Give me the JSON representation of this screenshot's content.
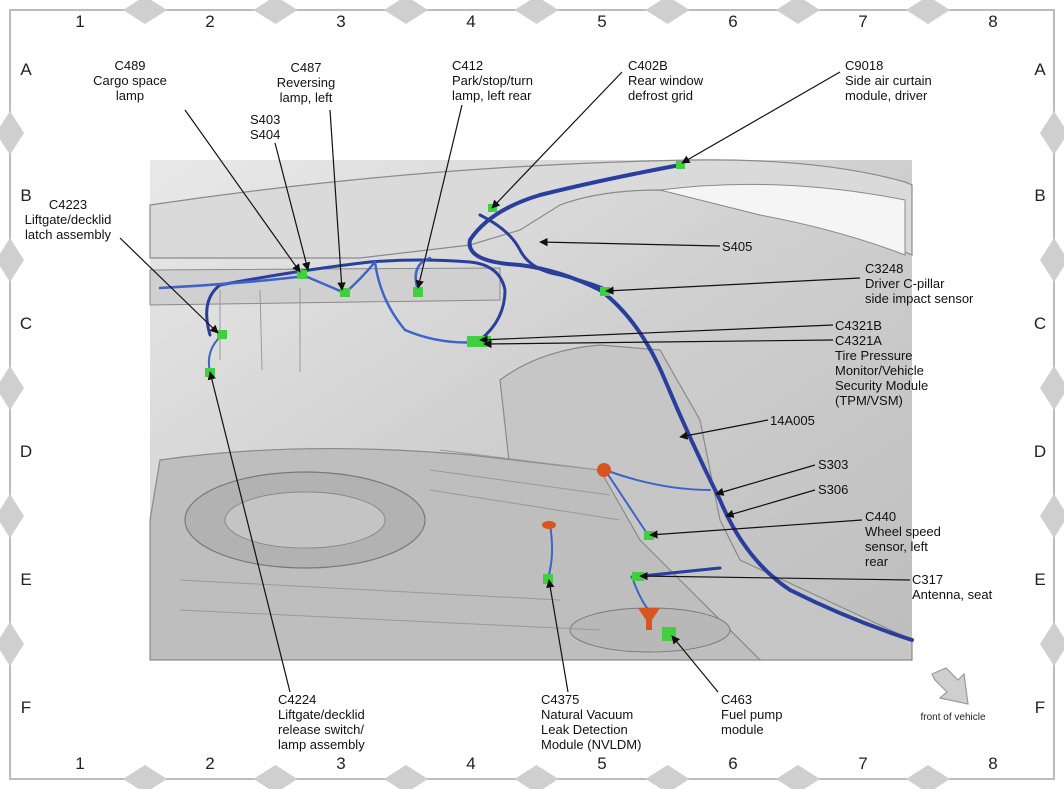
{
  "grid": {
    "columns": [
      "1",
      "2",
      "3",
      "4",
      "5",
      "6",
      "7",
      "8"
    ],
    "rows": [
      "A",
      "B",
      "C",
      "D",
      "E",
      "F"
    ]
  },
  "callouts": [
    {
      "id": "c489",
      "lines": [
        "C489",
        "Cargo space",
        "lamp"
      ]
    },
    {
      "id": "c487",
      "lines": [
        "C487",
        "Reversing",
        "lamp, left"
      ]
    },
    {
      "id": "s403",
      "lines": [
        "S403",
        "S404"
      ]
    },
    {
      "id": "c412",
      "lines": [
        "C412",
        "Park/stop/turn",
        "lamp, left rear"
      ]
    },
    {
      "id": "c402b",
      "lines": [
        "C402B",
        "Rear window",
        "defrost grid"
      ]
    },
    {
      "id": "c9018",
      "lines": [
        "C9018",
        "Side air curtain",
        "module, driver"
      ]
    },
    {
      "id": "c4223",
      "lines": [
        "C4223",
        "Liftgate/decklid",
        "latch assembly"
      ]
    },
    {
      "id": "s405",
      "lines": [
        "S405"
      ]
    },
    {
      "id": "c3248",
      "lines": [
        "C3248",
        "Driver C-pillar",
        "side impact sensor"
      ]
    },
    {
      "id": "c4321",
      "lines": [
        "C4321B",
        "C4321A",
        "Tire Pressure",
        "Monitor/Vehicle",
        "Security Module",
        "(TPM/VSM)"
      ]
    },
    {
      "id": "w14a005",
      "lines": [
        "14A005"
      ]
    },
    {
      "id": "s303",
      "lines": [
        "S303"
      ]
    },
    {
      "id": "s306",
      "lines": [
        "S306"
      ]
    },
    {
      "id": "c440",
      "lines": [
        "C440",
        "Wheel speed",
        "sensor, left",
        "rear"
      ]
    },
    {
      "id": "c317",
      "lines": [
        "C317",
        "Antenna, seat"
      ]
    },
    {
      "id": "c4224",
      "lines": [
        "C4224",
        "Liftgate/decklid",
        "release switch/",
        "lamp assembly"
      ]
    },
    {
      "id": "c4375",
      "lines": [
        "C4375",
        "Natural Vacuum",
        "Leak Detection",
        "Module (NVLDM)"
      ]
    },
    {
      "id": "c463",
      "lines": [
        "C463",
        "Fuel pump",
        "module"
      ]
    }
  ],
  "front_of_vehicle": {
    "label": "front of vehicle",
    "icon": "arrow-down-right-icon"
  },
  "colors": {
    "harness": "#2a3f9c",
    "harness_light": "#3f63c8",
    "connector": "#3fcf3f",
    "grommet": "#d9541e",
    "body_fill": "#d5d5d5",
    "body_edge": "#8a8a8a",
    "diamond": "#cfcfcf"
  }
}
